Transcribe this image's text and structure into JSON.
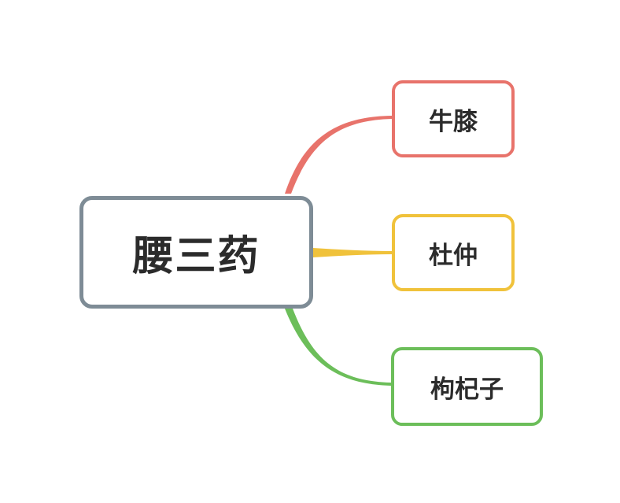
{
  "root": {
    "label": "腰三药",
    "border_color": "#7e8c96"
  },
  "children": [
    {
      "label": "牛膝",
      "color": "#e8736b"
    },
    {
      "label": "杜仲",
      "color": "#f0c23b"
    },
    {
      "label": "枸杞子",
      "color": "#6cbe5a"
    }
  ]
}
